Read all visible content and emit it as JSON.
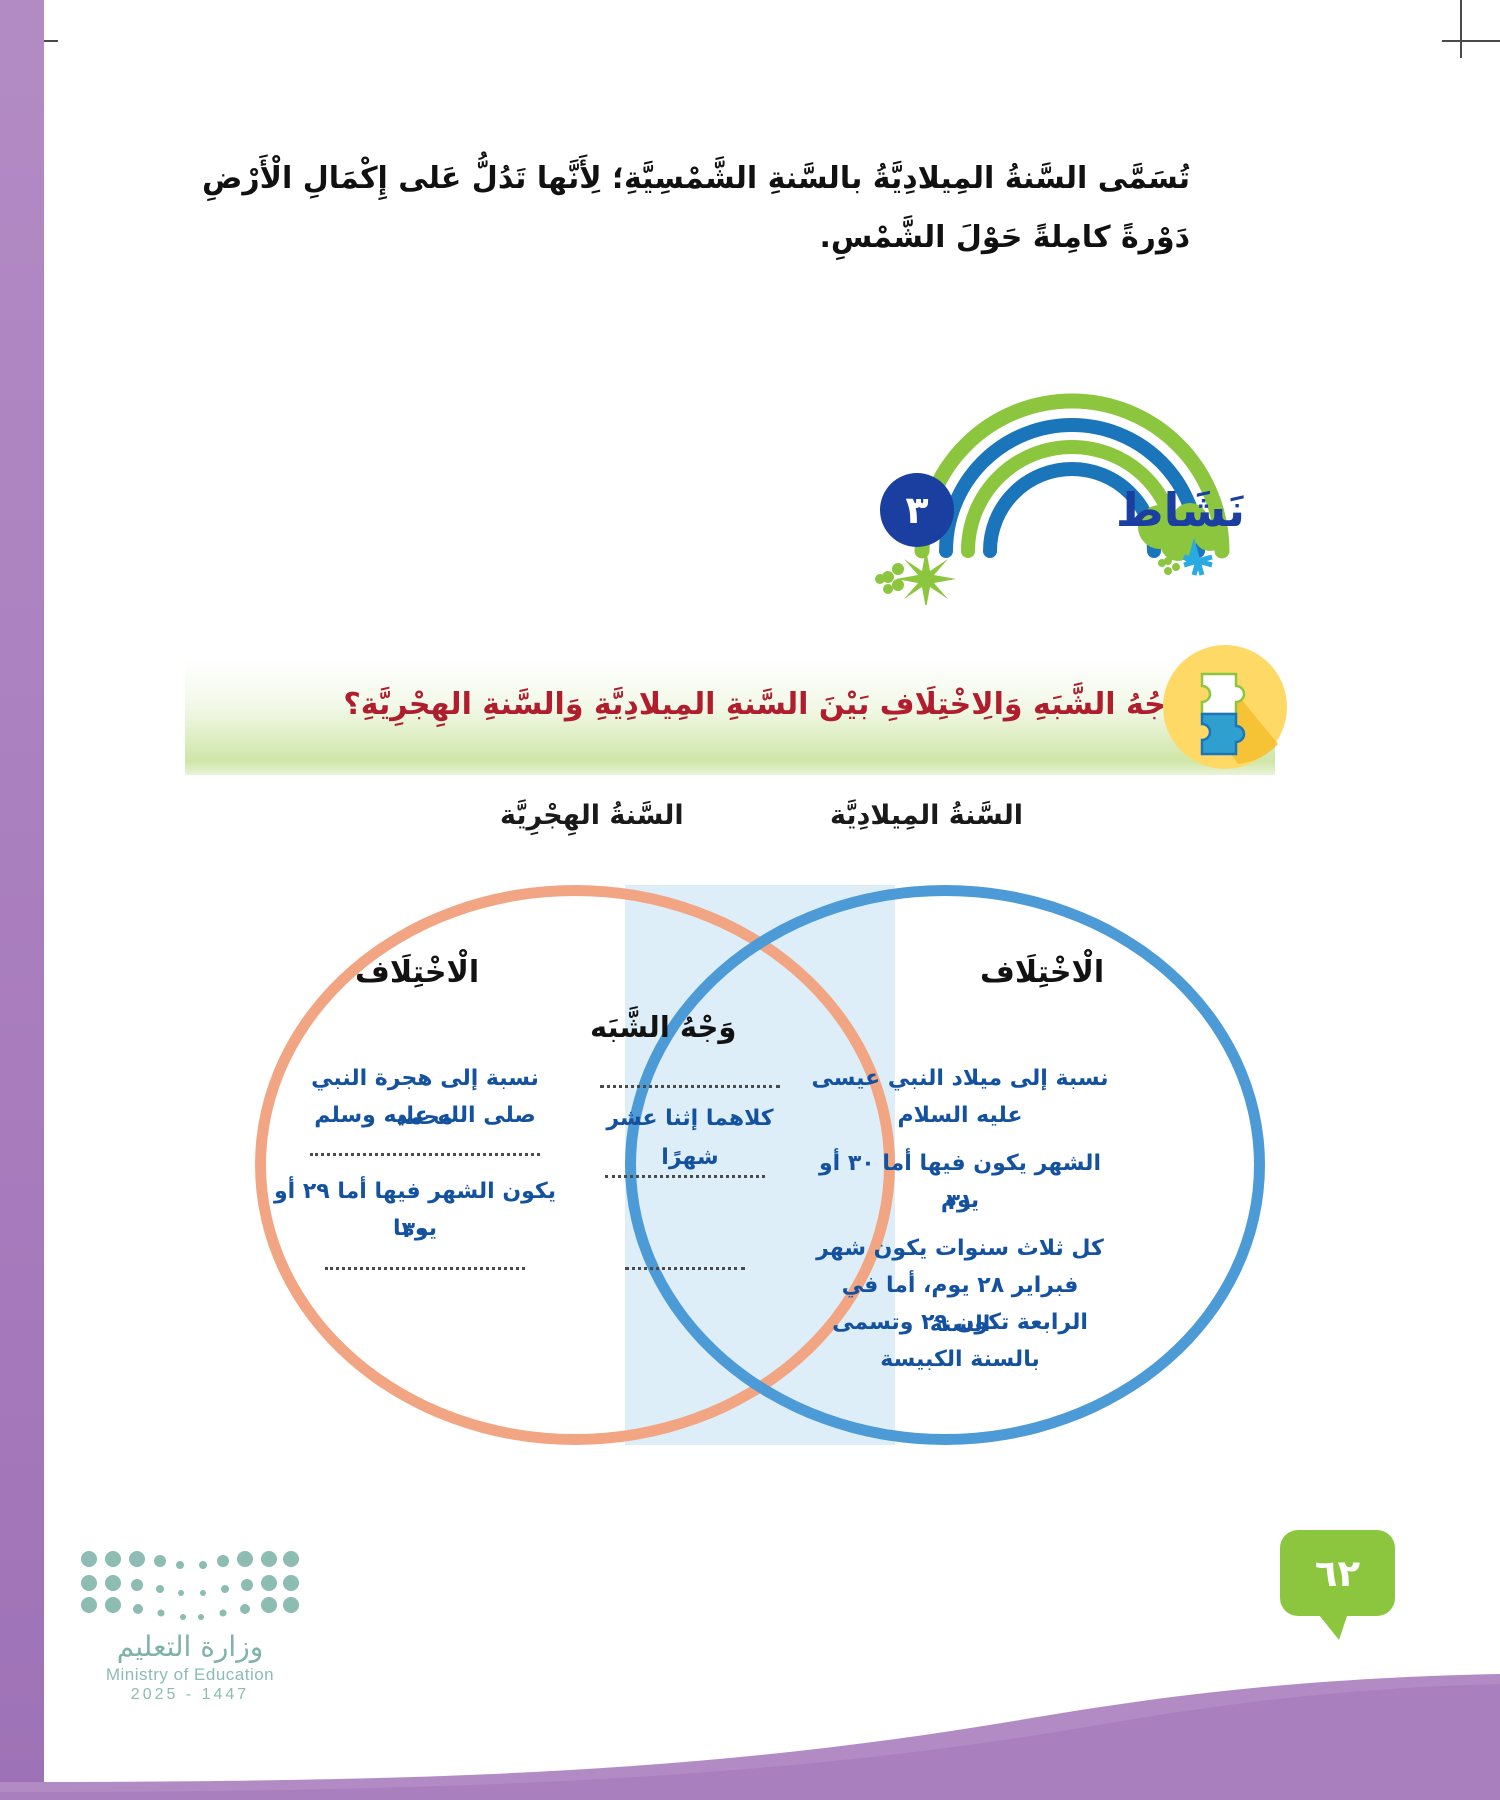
{
  "document": {
    "page_number": "٦٢",
    "intro_paragraph": "تُسَمَّى السَّنةُ المِيلادِيَّةُ بالسَّنةِ الشَّمْسِيَّةِ؛ لِأَنَّها تَدُلُّ عَلى إِكْمَالِ الْأَرْضِ دَوْرةً كامِلةً حَوْلَ الشَّمْسِ."
  },
  "activity": {
    "label": "نَشَاط",
    "number": "٣",
    "rainbow_colors": [
      "#8cc63f",
      "#1b75bb",
      "#8cc63f",
      "#1b75bb"
    ],
    "badge_color": "#1b3fa0"
  },
  "question": {
    "text": "ما أَوْجُهُ الشَّبَهِ وَالِاخْتِلَافِ بَيْنَ السَّنةِ المِيلادِيَّةِ وَالسَّنةِ الهِجْرِيَّةِ؟",
    "icon": "puzzle-icon",
    "accent_color": "#b01e2e",
    "banner_color": "#cfe6a8"
  },
  "venn": {
    "label_left": "السَّنةُ الهِجْرِيَّة",
    "label_right": "السَّنةُ المِيلادِيَّة",
    "heading_left": "الْاخْتِلَاف",
    "heading_right": "الْاخْتِلَاف",
    "heading_middle": "وَجْهُ الشَّبَه",
    "circle_left_color": "#f2a582",
    "circle_right_color": "#4d9bd6",
    "overlap_fill": "#ddeef9",
    "answers_left": [
      "نسبة إلى هجرة النبي محمد",
      "صلى الله عليه وسلم",
      "يكون الشهر فيها أما ٢٩ أو ٣٠",
      "يوما"
    ],
    "answers_right": [
      "نسبة إلى ميلاد النبي عيسى",
      "عليه السلام",
      "الشهر يكون فيها أما ٣٠ أو ٣١",
      "يوم",
      "كل ثلاث سنوات يكون شهر",
      "فبراير ٢٨ يوم، أما في السنة",
      "الرابعة تكون ٢٩ وتسمى",
      "بالسنة الكبيسة"
    ],
    "answers_middle": [
      "كلاهما إثنا عشر شهرًا"
    ]
  },
  "footer": {
    "ministry_ar": "وزارة التعليم",
    "ministry_en": "Ministry of Education",
    "years": "2025 - 1447",
    "logo_color": "#8cbcb2",
    "page_badge_color": "#8cc63f",
    "wave_color": "#a87cbd"
  }
}
